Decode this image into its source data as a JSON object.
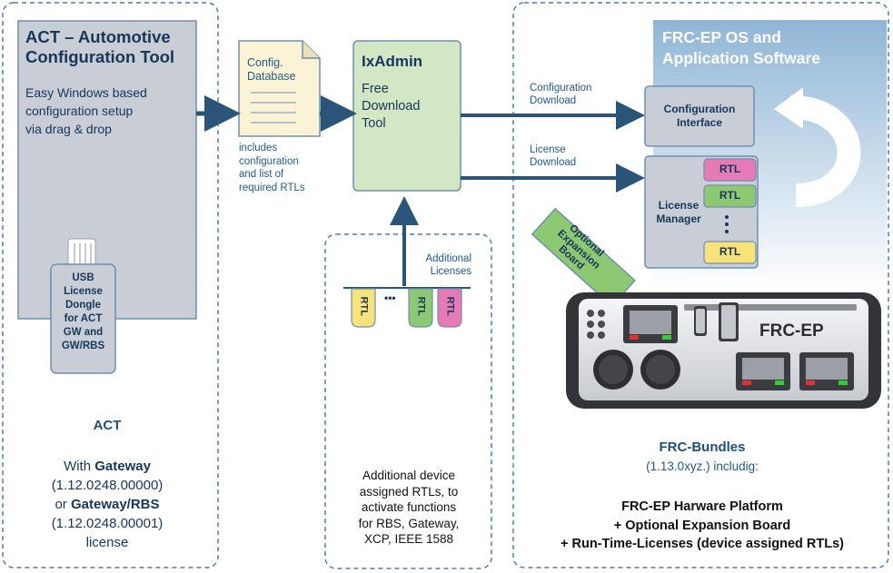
{
  "act_tool": {
    "title": "ACT – Automotive Configuration Tool",
    "title_lines": [
      "ACT – Automotive",
      "Configuration Tool"
    ],
    "desc_lines": [
      "Easy Windows based",
      "configuration setup",
      "via drag & drop"
    ]
  },
  "usb_dongle": {
    "lines": [
      "USB",
      "License",
      "Dongle",
      "for ACT",
      "GW and",
      "GW/RBS"
    ]
  },
  "act_license": {
    "heading": "ACT",
    "line1_prefix": "With ",
    "line1_bold": "Gateway",
    "line2": "(1.12.0248.00000)",
    "line3_prefix": "or ",
    "line3_bold": "Gateway/RBS",
    "line4": "(1.12.0248.00001)",
    "line5": "license"
  },
  "config_db": {
    "lines": [
      "Config.",
      "Database"
    ],
    "note_lines": [
      "includes",
      "configuration",
      "and list of",
      "required RTLs"
    ]
  },
  "ixadmin": {
    "title": "IxAdmin",
    "lines": [
      "Free",
      "Download",
      "Tool"
    ]
  },
  "arrows": {
    "config_download": [
      "Configuration",
      "Download"
    ],
    "license_download": [
      "License",
      "Download"
    ],
    "additional_licenses": [
      "Additional",
      "Licenses"
    ]
  },
  "rtl_label": "RTL",
  "rtl_dots": "•••",
  "additional_rtls_desc": [
    "Additional device",
    "assigned RTLs, to",
    "activate functions",
    "for RBS, Gateway,",
    "XCP, IEEE 1588"
  ],
  "frc_os": {
    "title_lines": [
      "FRC-EP OS and",
      "Application Software"
    ],
    "config_interface_lines": [
      "Configuration",
      "Interface"
    ],
    "license_manager_lines": [
      "License",
      "Manager"
    ]
  },
  "expansion_board": [
    "Optional",
    "Expansion",
    "Board"
  ],
  "device_label": "FRC-EP",
  "bundles": {
    "heading": "FRC-Bundles",
    "version": "(1.13.0xyz.) includig:",
    "items": [
      "FRC-EP Harware Platform",
      "+ Optional Expansion Board",
      "+ Run-Time-Licenses (device assigned RTLs)"
    ]
  },
  "colors": {
    "navy": "#16365a",
    "arrow": "#2a5578",
    "rtl_pink": "#e57ab7",
    "rtl_green": "#8dc972",
    "rtl_yellow": "#f8e27a",
    "act_panel": "#c9ced6",
    "ixadmin": "#d3e7c4",
    "frc_panel": "#8fb6d6"
  }
}
